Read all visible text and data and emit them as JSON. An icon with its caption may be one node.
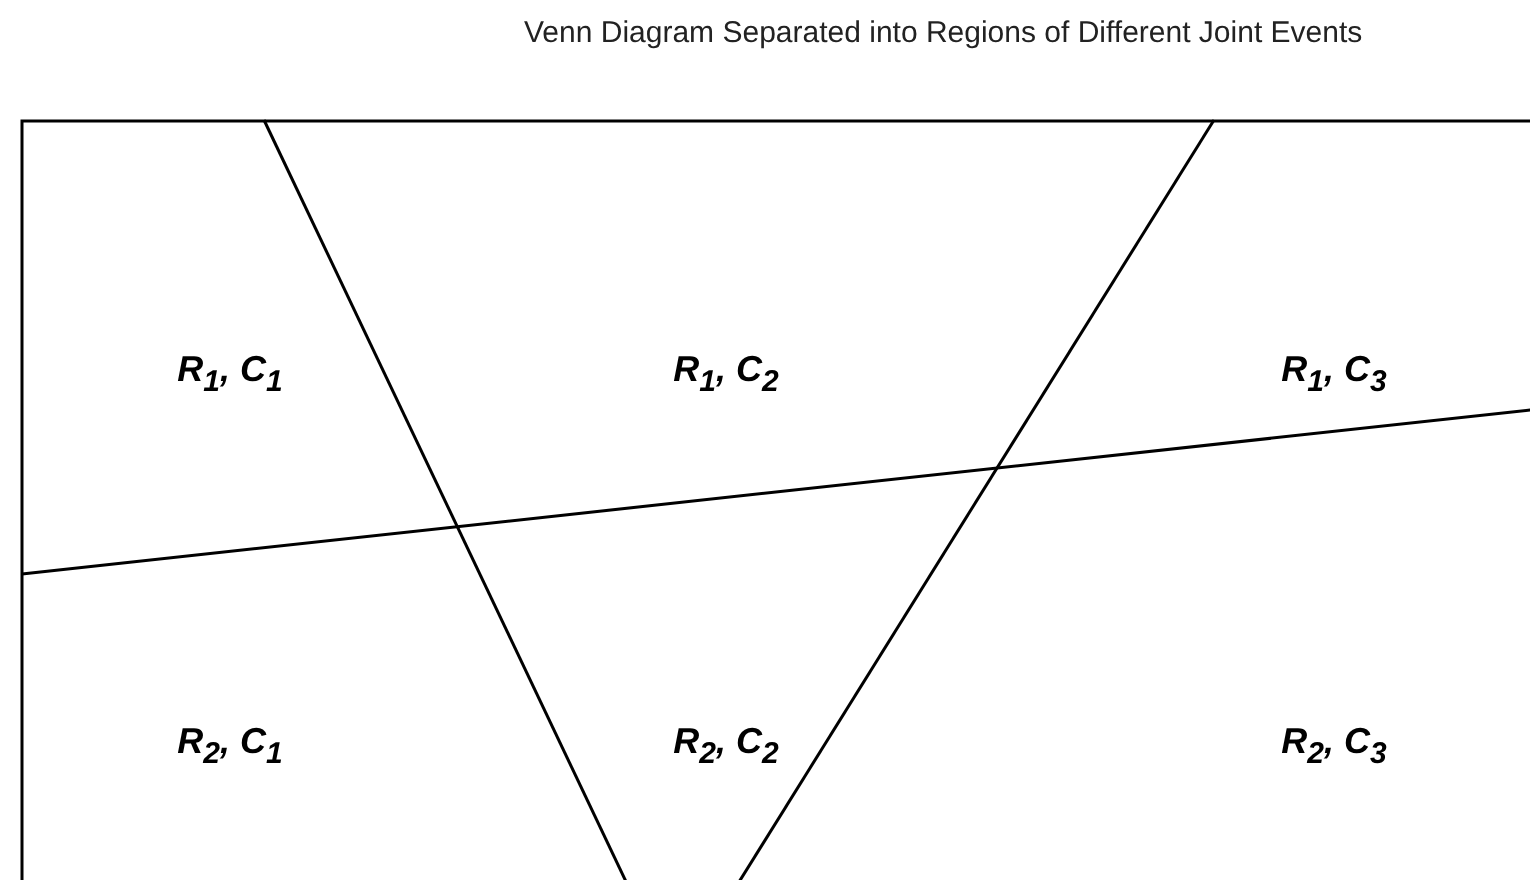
{
  "diagram": {
    "title": "Venn Diagram Separated into Regions of Different Joint Events",
    "labels": [
      "R$_{1}$, C$_{1}$",
      "R$_{1}$, C$_{2}$",
      "R$_{1}$, C$_{3}$",
      "R$_{2}$, C$_{1}$",
      "R$_{2}$, C$_{2}$",
      "R$_{2}$, C$_{3}$"
    ]
  }
}
